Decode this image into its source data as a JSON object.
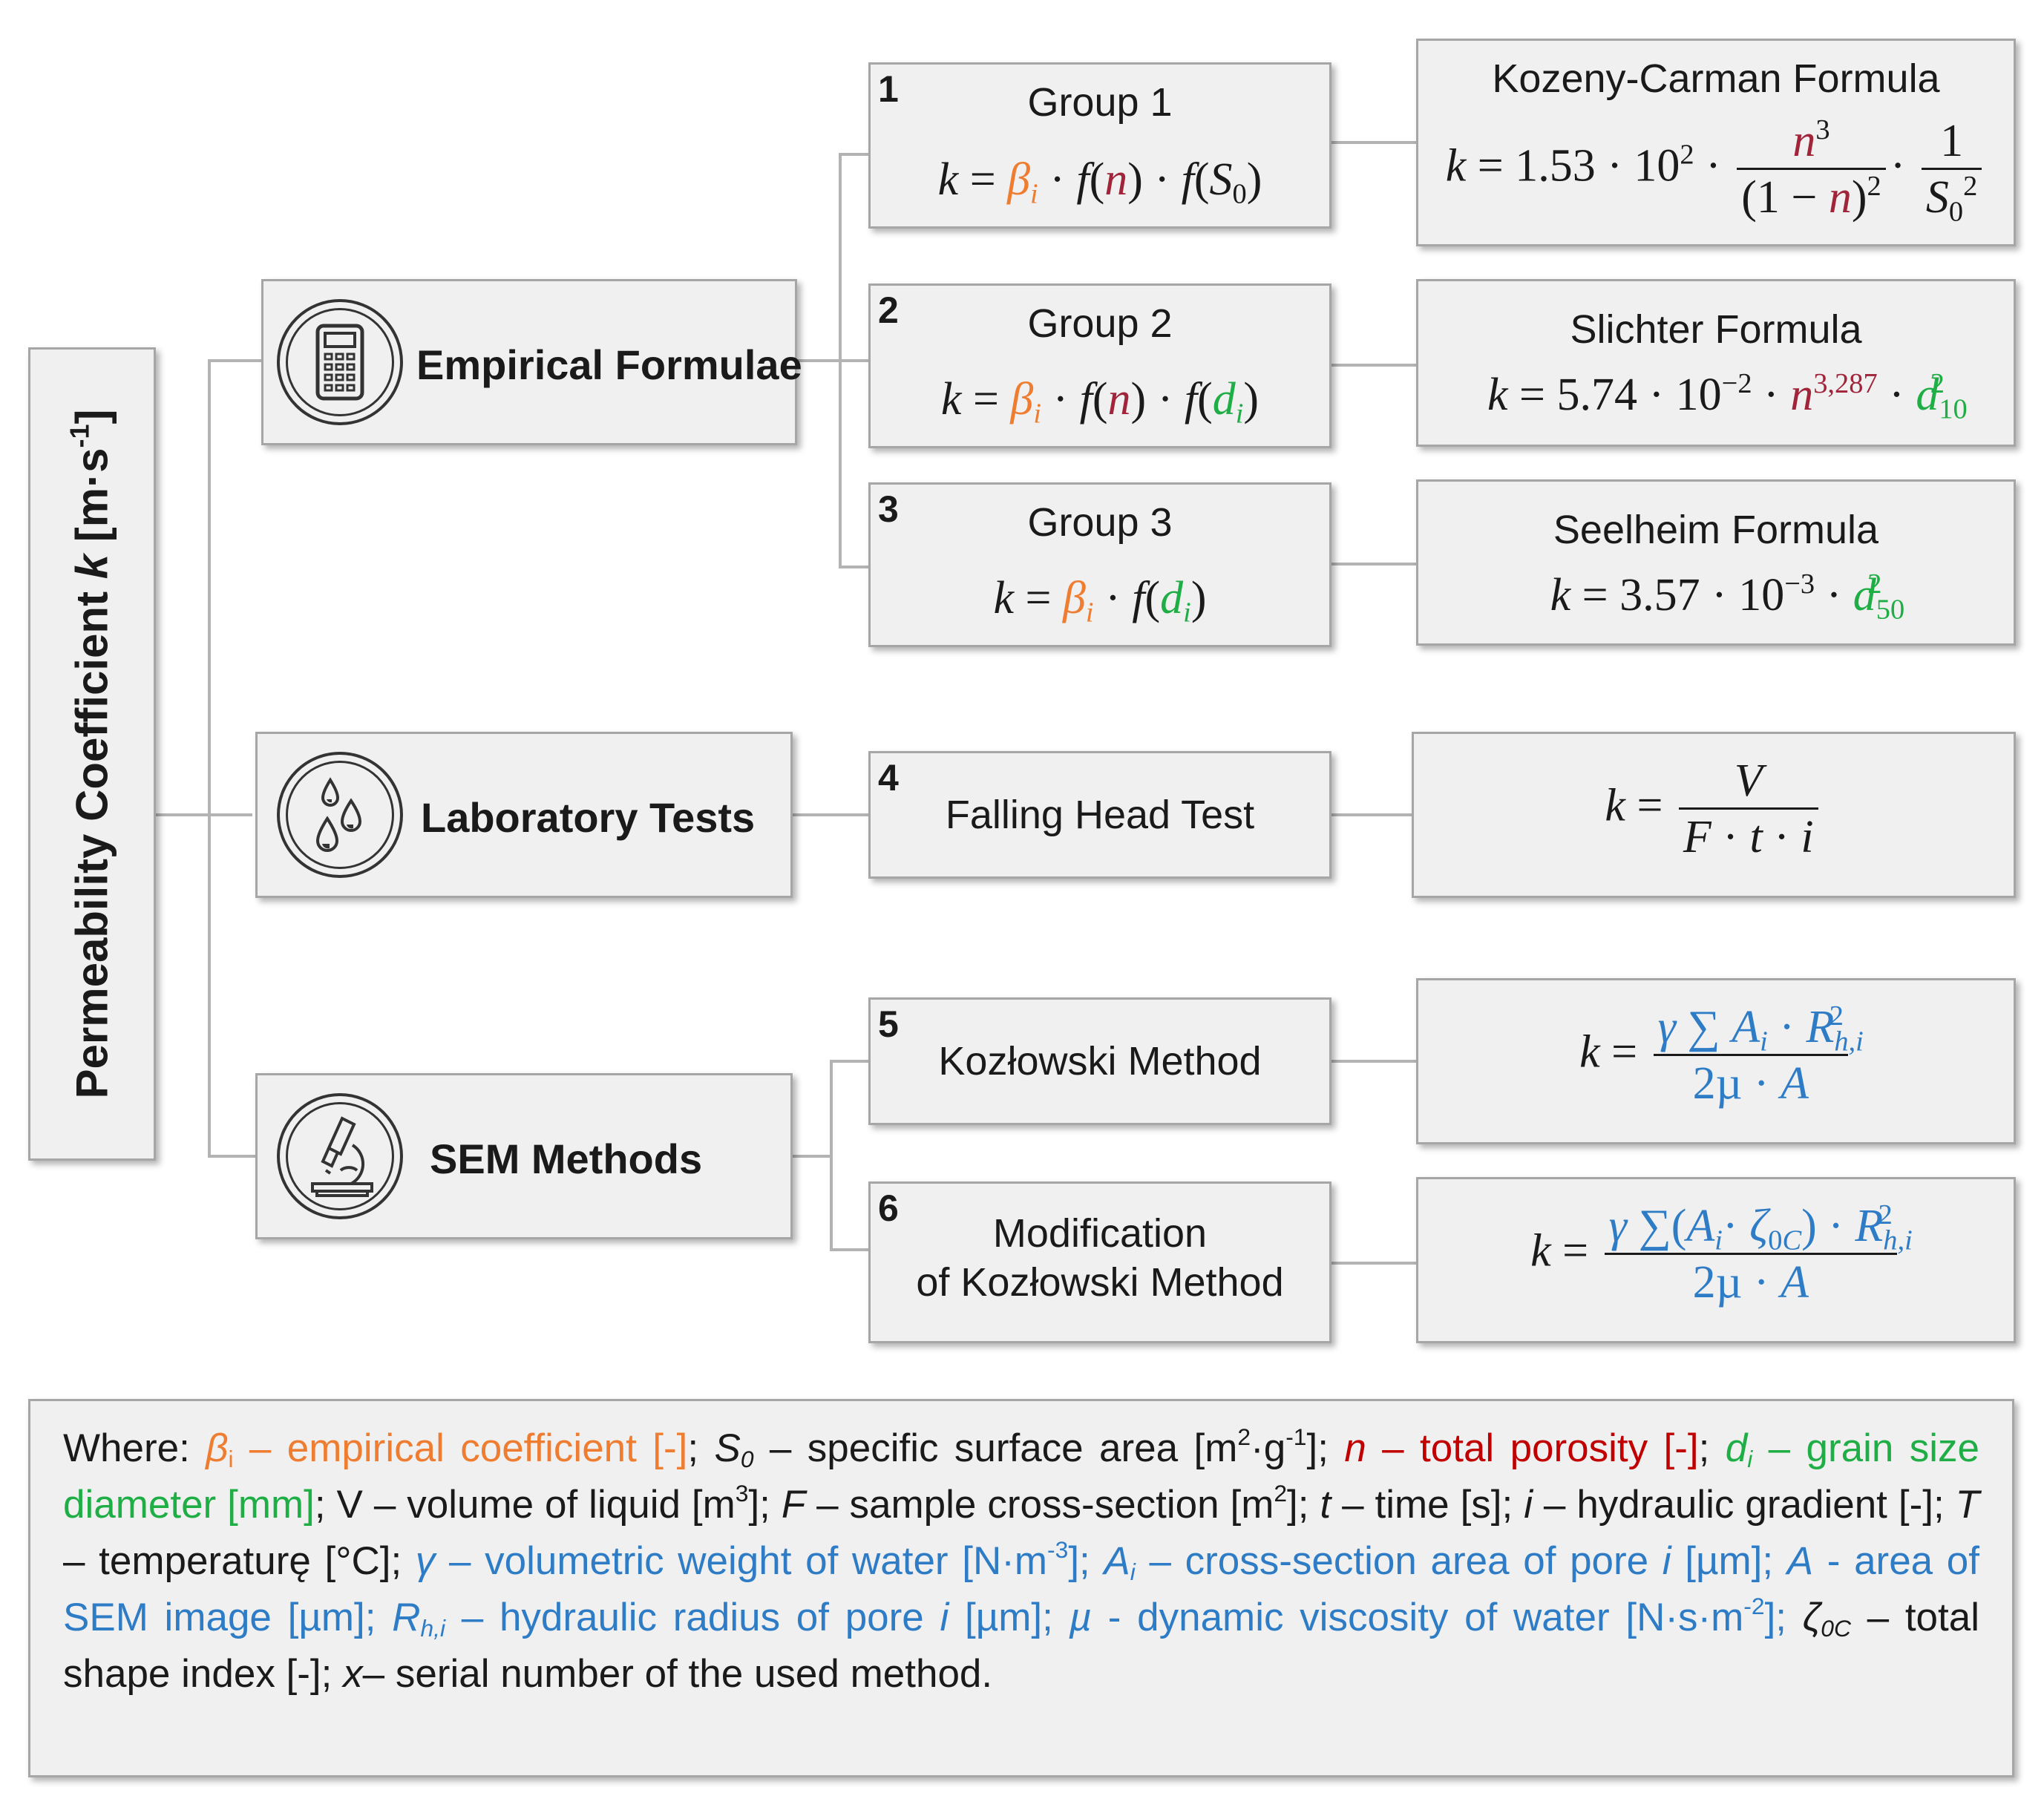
{
  "root": {
    "label_prefix": "Permeability Coefficient ",
    "label_var": "k",
    "label_unit": " [m·s",
    "label_exp": "-1",
    "label_close": "]"
  },
  "categories": [
    {
      "label": "Empirical Formulae",
      "icon": "calculator-icon"
    },
    {
      "label": "Laboratory Tests",
      "icon": "water-drops-icon"
    },
    {
      "label": "SEM Methods",
      "icon": "microscope-icon"
    }
  ],
  "methods": [
    {
      "number": "1",
      "title": "Group 1"
    },
    {
      "number": "2",
      "title": "Group 2"
    },
    {
      "number": "3",
      "title": "Group 3"
    },
    {
      "number": "4",
      "title": "Falling Head Test"
    },
    {
      "number": "5",
      "title": "Kozłowski Method"
    },
    {
      "number": "6",
      "title_line1": "Modification",
      "title_line2": "of Kozłowski Method"
    }
  ],
  "formulas": [
    {
      "title": "Kozeny-Carman Formula",
      "coef": "1.53 · 10",
      "exp": "2"
    },
    {
      "title": "Slichter Formula",
      "coef": "5.74 · 10",
      "exp": "−2",
      "n_exp": "3,287",
      "d_sub": "10"
    },
    {
      "title": "Seelheim Formula",
      "coef": "3.57 · 10",
      "exp": "−3",
      "d_sub": "50"
    }
  ],
  "legend": {
    "where": "Where: ",
    "beta_sym": "β",
    "beta_sub": "i",
    "beta_text": " – empirical coefficient [-]",
    "s0_sym": "S",
    "s0_sub": "0",
    "s0_text": " – specific surface area [m",
    "s0_unit_mid": "·g",
    "s0_close": "]",
    "n_sym": "n",
    "n_text": " – total porosity [-]",
    "d_sym": "d",
    "d_sub": "i",
    "d_text": " – grain size diameter [mm]",
    "v_text": " V – volume of liquid [m",
    "f_sym": "F",
    "f_text": " – sample cross-section [m",
    "t_sym": "t",
    "t_text": " – time [s];",
    "i_sym": "i",
    "i_text": " – hydraulic gradient [-]",
    "T_sym": "T",
    "T_text": " – temperaturę [°C]",
    "gamma_sym": "γ",
    "gamma_text": " – volumetric weight of water [N·m",
    "ai_sym": "A",
    "ai_sub": "i",
    "ai_text": " – cross-section area of pore ",
    "ai_unit": " [µm]",
    "a_sym": "A",
    "a_text": " - area of SEM image [µm]",
    "r_sym": "R",
    "r_sub": "h,i",
    "r_text": " – hydraulic radius of pore ",
    "mu_sym": "µ",
    "mu_text": " - dynamic viscosity of water [N·s·m",
    "zeta_sym": "ζ",
    "zeta_sub": "0C",
    "zeta_text": " – total shape index [-]",
    "x_sym": "x",
    "x_text": "– serial number of the used method."
  },
  "colors": {
    "beta": "#ee7d31",
    "porosity": "#a0243a",
    "grain": "#1fae45",
    "sem": "#2e7cc6"
  }
}
